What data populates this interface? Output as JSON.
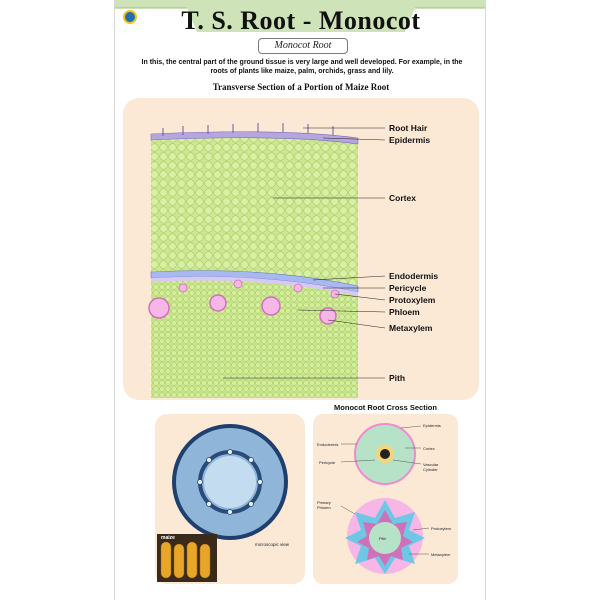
{
  "title": "T. S. Root - Monocot",
  "subtitle": "Monocot Root",
  "intro": "In this, the central part of the ground tissue is very large and well developed. For example, in the roots of plants like maize, palm, orchids, grass and lily.",
  "section_title": "Transverse Section of a Portion of Maize Root",
  "labels": {
    "root_hair": "Root Hair",
    "epidermis": "Epidermis",
    "cortex": "Cortex",
    "endodermis": "Endodermis",
    "pericycle": "Pericycle",
    "protoxylem": "Protoxylem",
    "phloem": "Phloem",
    "metaxylem": "Metaxylem",
    "pith": "Pith"
  },
  "photo": {
    "microscopic_label": "microscopic view",
    "maize_label": "maize"
  },
  "cross_section": {
    "title": "Monocot Root Cross Section",
    "top_labels": {
      "epidermis": "Epidermis",
      "endodermis": "Endodermis",
      "cortex": "Cortex",
      "pericycle": "Pericycle",
      "vascular_cylinder": "Vascular Cylinder"
    },
    "bottom_labels": {
      "primary_phloem": "Primary Phloem",
      "protoxylem": "Protoxylem",
      "pith": "Pith",
      "metaxylem": "Metaxylem"
    }
  },
  "colors": {
    "title_band": "#cfe3b8",
    "panel": "#fbe9d6",
    "cortex": "#cde890",
    "epidermis": "#b6a6e0",
    "xylem": "#f08ad0",
    "cross_cortex": "#b6e3c8",
    "cross_phloem": "#6fc7e6"
  }
}
